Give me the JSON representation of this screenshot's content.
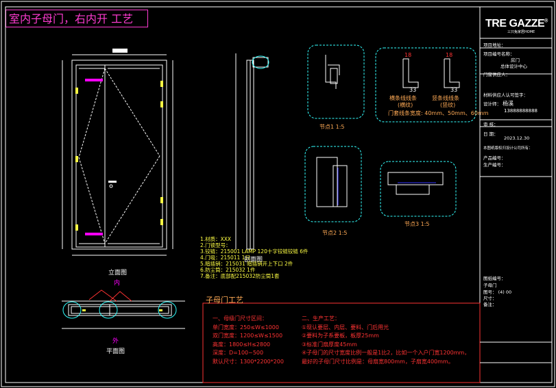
{
  "title": "室内子母门，右内开 工艺",
  "views": {
    "elevation": {
      "label": "立面图",
      "inside": "内"
    },
    "plan": {
      "label": "平面图",
      "outside": "外"
    },
    "section": {
      "label": "剖面图"
    }
  },
  "details": {
    "node1": "节点1  1:5",
    "node2": "节点2  1:5",
    "node3": "节点3  1:5",
    "strip_h": "横条线线条",
    "strip_h_sub": "(横纹)",
    "strip_v": "竖条线线条",
    "strip_v_sub": "(竖纹)",
    "strip_width": "门套线条宽度: 40mm、50mm、60mm",
    "dim_a": "18",
    "dim_b": "33",
    "dim_c": "18",
    "dim_d": "33"
  },
  "notes": [
    "1.材质：XXX",
    "2.门锁型号：",
    "3.铰链：215001 LAMP 120十字铰链铰链 6件",
    "4.门吸：215011  1只",
    "5.暗插销：215031 暗插销开上下口 2件",
    "6.防尘筒：215032 1件",
    "7.备注：底部配215032防尘筒1套"
  ],
  "process": {
    "heading": "子母门工艺",
    "left_title": "一、母级门尺寸区间：",
    "left": [
      "单门宽度：250≤W≤1000",
      "双门宽度：1200≤W≤1500",
      "高度：1800≤H≤2800",
      "深度：D=100~500",
      "默认尺寸：1300*2200*200"
    ],
    "right_title": "二、生产工艺：",
    "right": [
      "①现认要层、内层、要料、门后用光",
      "②要料为子系要板，板厚25mm",
      "③标准门扇厚度45mm",
      "④子母门的尺寸宽度比例一般是1比2，比如一个入户门宽1200mm，",
      "最好的子母门尺寸比例是：母扇宽800mm，子扇宽400mm。"
    ]
  },
  "title_block": {
    "logo": "TRE GAZZE",
    "logo_mark": "®",
    "logo_sub": "三只兔家居HOME",
    "rows": [
      "项目地址：",
      "项目编号名称：",
      "房门",
      "总体设计中心",
      "门窗供应人：",
      "",
      "",
      "",
      "材料供应人认可签字：",
      "设计师：",
      "13888888888",
      "审  核：",
      "日  期：",
      "2023.12.30",
      "本图纸版权归设计公司所有：",
      "产品编号：",
      "生产编号：",
      "",
      "",
      "",
      "",
      "",
      "",
      "",
      "",
      "图纸编号：",
      "子母门",
      "图号：",
      "尺寸：",
      "备注："
    ],
    "designer": "杨溪",
    "sheet_no": "(4)",
    "sheet_total": "00"
  },
  "colors": {
    "frame": "#ffffff",
    "accent": "#ff3bd1",
    "cyan": "#3ff",
    "yellow": "#ff4",
    "red": "#f33",
    "orange": "#fa5"
  }
}
